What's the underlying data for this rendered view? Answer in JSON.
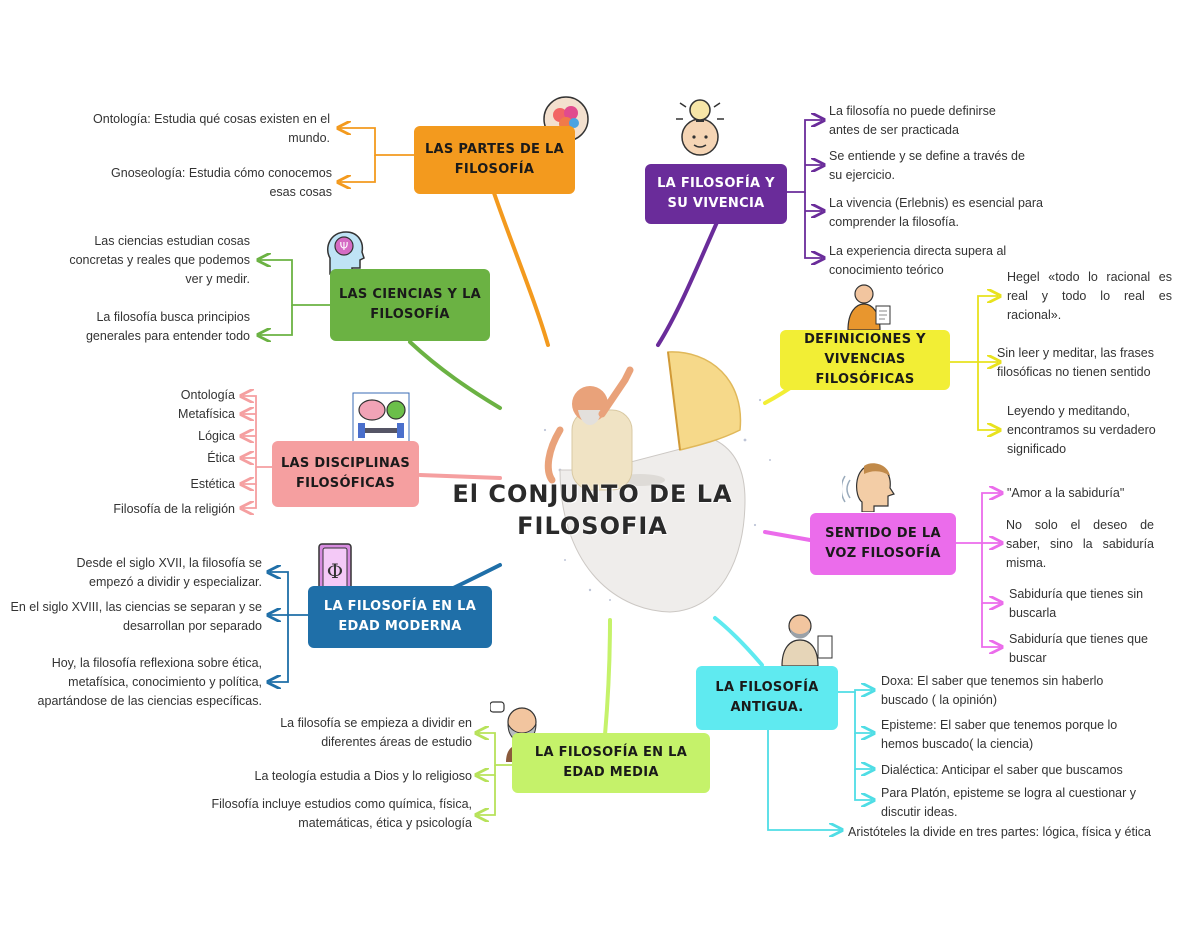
{
  "title": "El CONJUNTO DE LA FILOSOFIA",
  "colors": {
    "orange": "#F39A1E",
    "purple": "#6A2C9A",
    "green": "#6BB243",
    "pink": "#F59FA0",
    "blue": "#1F6FA8",
    "lime": "#C5F26A",
    "cyan": "#5FEAF0",
    "magenta": "#EB6CEB",
    "yellow": "#F2EE35"
  },
  "branches": {
    "partes": {
      "label": "LAS PARTES DE LA FILOSOFÍA",
      "items": [
        "Ontología: Estudia qué cosas existen en el mundo.",
        "Gnoseología: Estudia cómo conocemos esas cosas"
      ]
    },
    "vivencia": {
      "label": "LA FILOSOFÍA Y SU VIVENCIA",
      "items": [
        "La filosofía no puede definirse antes de ser practicada",
        "Se entiende y se define a través de su ejercicio.",
        "La vivencia (Erlebnis) es esencial para comprender la filosofía.",
        "La experiencia directa supera al conocimiento teórico"
      ]
    },
    "ciencias": {
      "label": "LAS CIENCIAS Y LA FILOSOFÍA",
      "items": [
        "Las ciencias estudian cosas concretas y reales que podemos ver y medir.",
        "La filosofía busca principios generales para entender todo"
      ]
    },
    "definiciones": {
      "label": "DEFINICIONES Y VIVENCIAS FILOSÓFICAS",
      "items": [
        "Hegel «todo lo racional es real y todo lo real es racional».",
        "Sin leer y meditar, las frases filosóficas no tienen sentido",
        "Leyendo y meditando, encontramos su verdadero significado"
      ]
    },
    "disciplinas": {
      "label": "LAS DISCIPLINAS FILOSÓFICAS",
      "items": [
        "Ontología",
        "Metafísica",
        "Lógica",
        "Ética",
        "Estética",
        "Filosofía de la religión"
      ]
    },
    "sentido": {
      "label": "SENTIDO DE LA VOZ FILOSOFÍA",
      "items": [
        "\"Amor a la sabiduría\"",
        "No solo el deseo de saber, sino la sabiduría misma.",
        "Sabiduría que tienes sin buscarla",
        "Sabiduría que tienes que buscar"
      ]
    },
    "moderna": {
      "label": "LA FILOSOFÍA EN LA EDAD MODERNA",
      "items": [
        "Desde el siglo XVII, la filosofía se empezó a dividir y especializar.",
        "En el siglo XVIII, las ciencias se separan y se desarrollan por separado",
        "Hoy, la filosofía reflexiona sobre ética, metafísica, conocimiento y política, apartándose de las ciencias específicas."
      ]
    },
    "antigua": {
      "label": "LA FILOSOFÍA ANTIGUA.",
      "items": [
        "Doxa: El saber que tenemos sin haberlo buscado ( la opinión)",
        "Episteme: El saber que tenemos porque lo hemos buscado( la ciencia)",
        "Dialéctica: Anticipar el saber que buscamos",
        "Para Platón, episteme se logra al cuestionar y discutir ideas.",
        "Aristóteles la divide en tres partes: lógica, física y ética"
      ]
    },
    "media": {
      "label": "LA FILOSOFÍA EN LA EDAD MEDIA",
      "items": [
        "La filosofía se empieza a dividir en diferentes áreas de estudio",
        "La teología estudia a Dios y lo religioso",
        "Filosofía incluye estudios como química, física, matemáticas, ética y psicología"
      ]
    }
  }
}
